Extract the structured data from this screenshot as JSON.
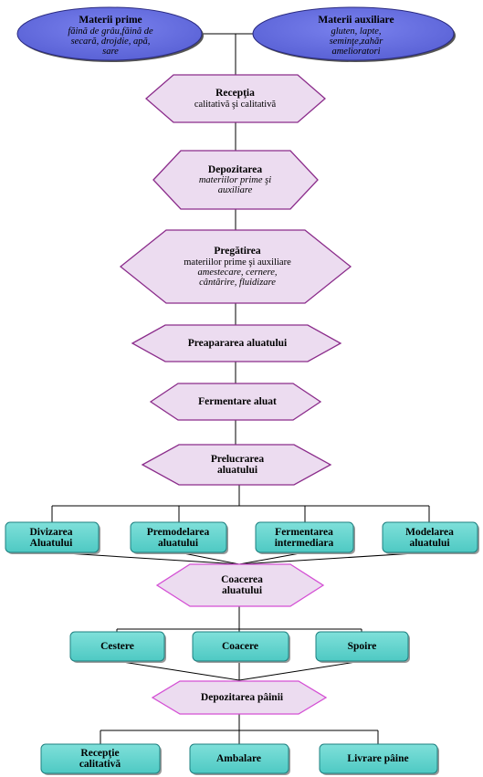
{
  "colors": {
    "ellipse_fill": "#5a62d6",
    "hexagon_stroke": "#8b2c8b",
    "hexagon_fill": "#ecdcf0",
    "hexagon_light_stroke": "#d44fd4",
    "box_fill": "#4ec9c3",
    "box_stroke": "#1f8080",
    "line": "#000000"
  },
  "inputs": {
    "materii_prime": {
      "title": "Materii prime",
      "line1": "făină de grâu,făină de",
      "line2": "secară, drojdie, apă,",
      "line3": "sare"
    },
    "materii_auxiliare": {
      "title": "Materii auxiliare",
      "line1": "gluten, lapte,",
      "line2": "seminţe,zahăr",
      "line3": "amelioratori"
    }
  },
  "steps": {
    "receptia": {
      "title": "Recepţia",
      "line1": "calitativă şi calitativă"
    },
    "depozitarea": {
      "title": "Depozitarea",
      "line1": "materiilor prime şi",
      "line2": "auxiliare"
    },
    "pregatirea": {
      "title": "Pregătirea",
      "line1": "materiilor prime şi auxiliare",
      "line2": "amestecare, cernere,",
      "line3": "cântărire, fluidizare"
    },
    "prepararea": {
      "title": "Preapararea aluatului"
    },
    "fermentare": {
      "title": "Fermentare aluat"
    },
    "prelucrarea": {
      "line1": "Prelucrarea",
      "line2": "aluatului"
    }
  },
  "branch1": {
    "divizarea": {
      "line1": "Divizarea",
      "line2": "Aluatului"
    },
    "premodelarea": {
      "line1": "Premodelarea",
      "line2": "aluatului"
    },
    "fermentarea": {
      "line1": "Fermentarea",
      "line2": "intermediara"
    },
    "modelarea": {
      "line1": "Modelarea",
      "line2": "aluatului"
    }
  },
  "coacerea": {
    "line1": "Coacerea",
    "line2": "aluatului"
  },
  "branch2": {
    "crestere": "Cestere",
    "coacere": "Coacere",
    "spoire": "Spoire"
  },
  "depozitarea_painii": "Depozitarea pâinii",
  "branch3": {
    "receptie": {
      "line1": "Recepţie",
      "line2": "calitativă"
    },
    "ambalare": "Ambalare",
    "livrare": "Livrare pâine"
  }
}
